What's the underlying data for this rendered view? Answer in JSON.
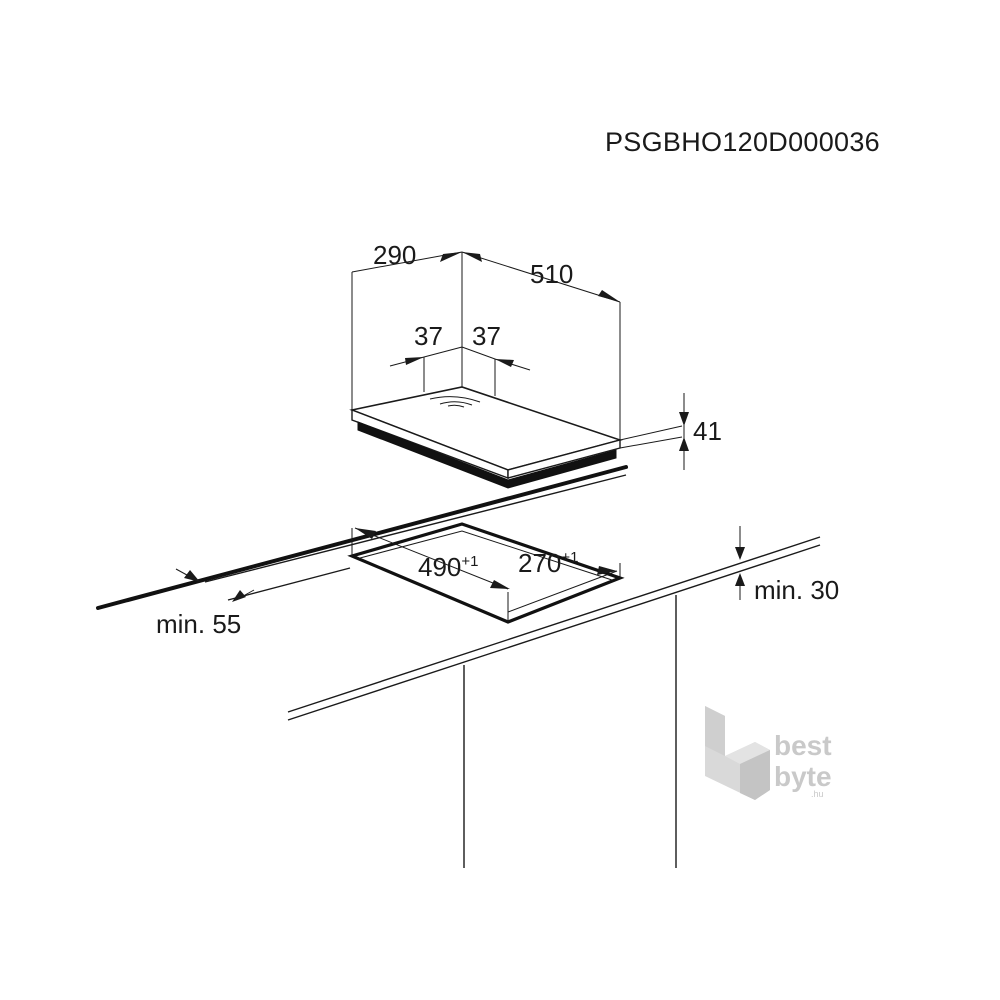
{
  "model_code": "PSGBHO120D000036",
  "dimensions": {
    "depth": "290",
    "width": "510",
    "burner_offset_left": "37",
    "burner_offset_right": "37",
    "height": "41",
    "cutout_width": "490",
    "cutout_width_tol": "+1",
    "cutout_depth": "270",
    "cutout_depth_tol": "+1",
    "min_edge": "min. 55",
    "min_wall": "min. 30"
  },
  "watermark": {
    "line1": "best",
    "line2": "byte",
    "suffix": ".hu"
  }
}
